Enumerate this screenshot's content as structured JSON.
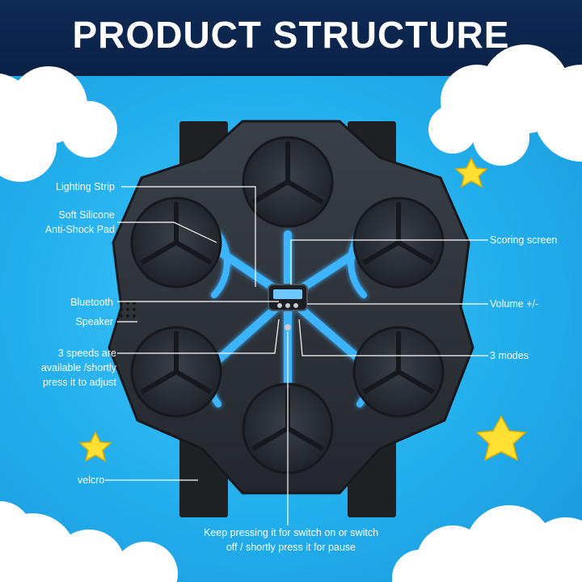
{
  "title": "PRODUCT STRUCTURE",
  "labels": {
    "lighting_strip": "Lighting Strip",
    "silicone_line1": "Soft Silicone",
    "silicone_line2": "Anti-Shock Pad",
    "bluetooth": "Bluetooth",
    "speaker": "Speaker",
    "speeds_line1": "3 speeds are",
    "speeds_line2": "available /shortly",
    "speeds_line3": "press it to adjust",
    "velcro": "velcro",
    "scoring_screen": "Scoring screen",
    "volume": "Volume +/-",
    "modes": "3 modes",
    "power_line1": "Keep pressing it for switch on or switch",
    "power_line2": "off / shortly press it for pause"
  },
  "colors": {
    "header_bg": "#0f2a55",
    "sky": "#2bb3ee",
    "body_dark": "#2a2f36",
    "led_blue": "#3db4ff",
    "star": "#ffe033",
    "cloud": "#ffffff"
  }
}
